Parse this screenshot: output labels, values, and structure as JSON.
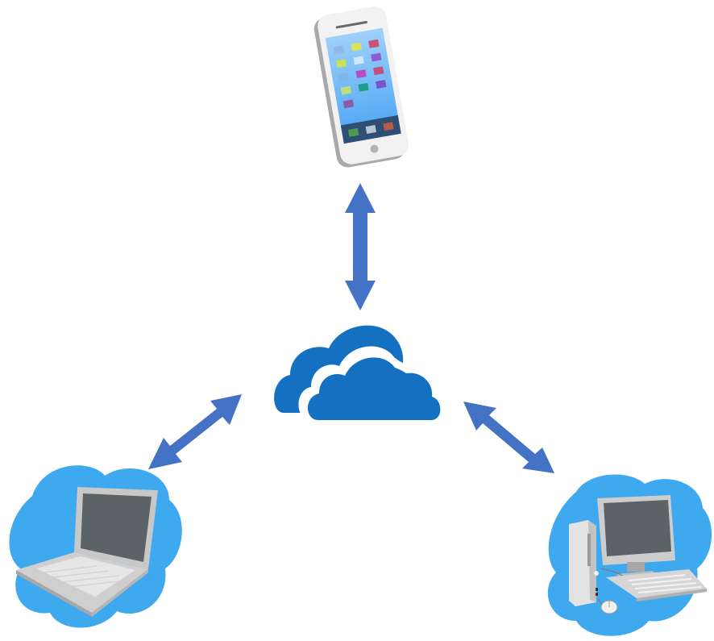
{
  "diagram": {
    "type": "cloud-sync-network",
    "hub": {
      "name": "cloud-storage",
      "icon": "cloud-icon"
    },
    "nodes": [
      {
        "name": "smartphone",
        "icon": "smartphone-icon",
        "position": "top"
      },
      {
        "name": "laptop",
        "icon": "laptop-icon",
        "position": "bottom-left"
      },
      {
        "name": "desktop-pc",
        "icon": "desktop-computer-icon",
        "position": "bottom-right"
      }
    ],
    "connections": [
      {
        "from": "cloud-storage",
        "to": "smartphone",
        "direction": "bidirectional"
      },
      {
        "from": "cloud-storage",
        "to": "laptop",
        "direction": "bidirectional"
      },
      {
        "from": "cloud-storage",
        "to": "desktop-pc",
        "direction": "bidirectional"
      }
    ],
    "colors": {
      "arrow": "#4472c4",
      "hub_cloud": "#1470c1",
      "node_backdrop": "#3fa9f0",
      "device_gray": "#cfcfcf",
      "screen_dark": "#5c6367",
      "phone_screen": "#5aaef5"
    }
  }
}
